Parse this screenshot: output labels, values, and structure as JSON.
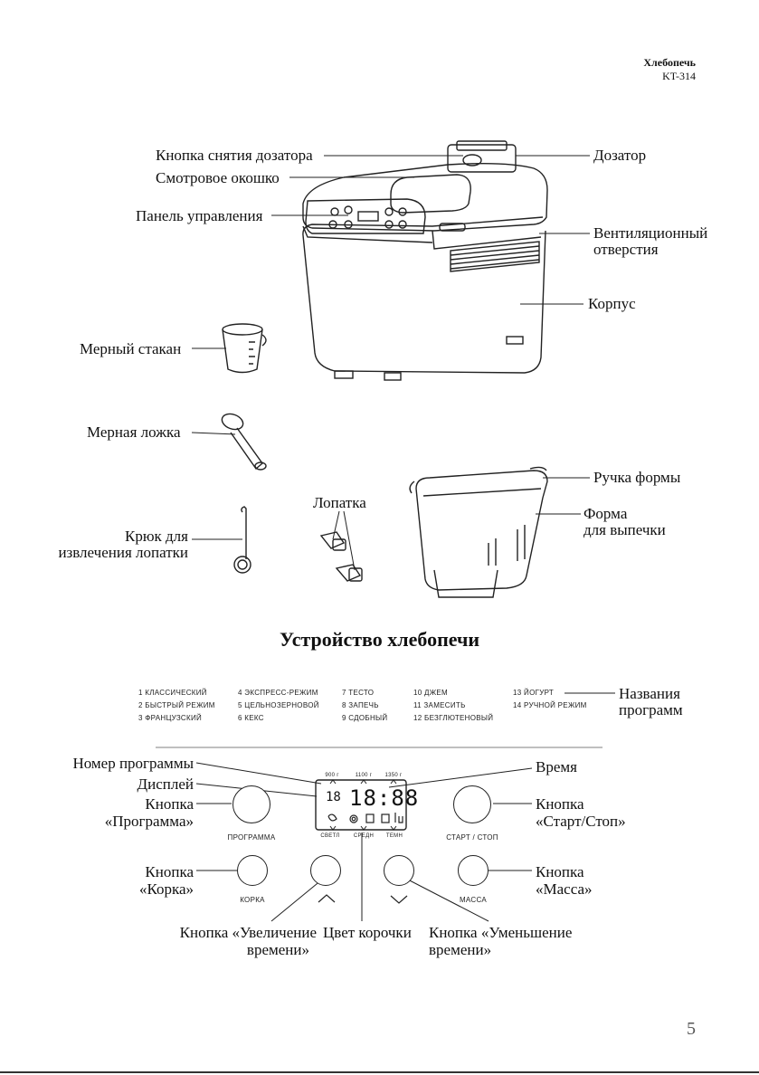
{
  "header": {
    "title": "Хлебопечь",
    "model": "KT-314"
  },
  "labels": {
    "dispenser_release": "Кнопка снятия дозатора",
    "window": "Смотровое окошко",
    "control_panel": "Панель управления",
    "dispenser": "Дозатор",
    "vent_1": "Вентиляционный",
    "vent_2": "отверстия",
    "body": "Корпус",
    "cup": "Мерный стакан",
    "spoon": "Мерная ложка",
    "hook_1": "Крюк для",
    "hook_2": "извлечения лопатки",
    "paddle": "Лопатка",
    "pan_handle": "Ручка формы",
    "pan_1": "Форма",
    "pan_2": "для выпечки"
  },
  "section_title": "Устройство хлебопечи",
  "programs": {
    "col1": [
      "1 КЛАССИЧЕСКИЙ",
      "2 БЫСТРЫЙ РЕЖИМ",
      "3 ФРАНЦУЗСКИЙ"
    ],
    "col2": [
      "4 ЭКСПРЕСС-РЕЖИМ",
      "5 ЦЕЛЬНОЗЕРНОВОЙ",
      "6 КЕКС"
    ],
    "col3": [
      "7 ТЕСТО",
      "8 ЗАПЕЧЬ",
      "9 СДОБНЫЙ"
    ],
    "col4": [
      "10 ДЖЕМ",
      "11 ЗАМЕСИТЬ",
      "12 БЕЗГЛЮТЕНОВЫЙ"
    ],
    "col5": [
      "13 ЙОГУРТ",
      "14 РУЧНОЙ РЕЖИМ"
    ],
    "caption_1": "Названия",
    "caption_2": "программ"
  },
  "panel": {
    "weights": [
      "900 г",
      "1100 г",
      "1350 г"
    ],
    "display_program": "18",
    "display_time": "18:88",
    "crust": [
      "СВЕТЛ",
      "СРЕДН",
      "ТЕМН"
    ],
    "btn_program": "ПРОГРАММА",
    "btn_start": "СТАРТ / СТОП",
    "btn_crust": "КОРКА",
    "btn_mass": "МАССА",
    "up_arrow": "^",
    "down_arrow": "v"
  },
  "panel_labels": {
    "prog_number": "Номер программы",
    "display": "Дисплей",
    "prog_btn_1": "Кнопка",
    "prog_btn_2": "«Программа»",
    "crust_btn_1": "Кнопка",
    "crust_btn_2": "«Корка»",
    "time": "Время",
    "start_btn_1": "Кнопка",
    "start_btn_2": "«Старт/Стоп»",
    "mass_btn_1": "Кнопка",
    "mass_btn_2": "«Масса»",
    "up_1": "Кнопка «Увеличение",
    "up_2": "времени»",
    "crust_color": "Цвет корочки",
    "down_1": "Кнопка «Уменьшение",
    "down_2": "времени»"
  },
  "page_number": "5"
}
